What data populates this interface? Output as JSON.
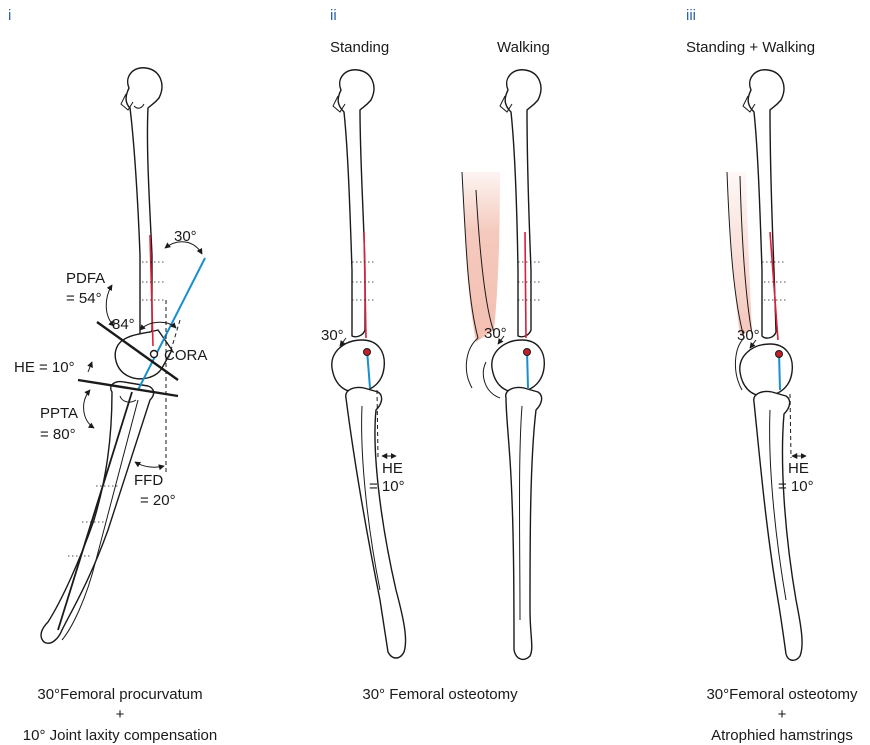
{
  "panels": [
    {
      "number": "i",
      "caption": [
        "30°Femoral  procurvatum",
        "+",
        "10° Joint laxity compensation"
      ],
      "labels": {
        "angle_top": "30°",
        "pdfa": "PDFA",
        "pdfa_value": "= 54°",
        "angle_84": "84°",
        "cora": "CORA",
        "he": "HE = 10°",
        "ppta": "PPTA",
        "ppta_value": "= 80°",
        "ffd": "FFD",
        "ffd_value": "= 20°"
      }
    },
    {
      "number": "ii",
      "subtitles": [
        "Standing",
        "Walking"
      ],
      "caption": [
        "30° Femoral osteotomy"
      ],
      "labels": {
        "angle_standing": "30°",
        "angle_walking": "30°",
        "he": "HE",
        "he_value": "= 10°"
      }
    },
    {
      "number": "iii",
      "subtitles": [
        "Standing + Walking"
      ],
      "caption": [
        "30°Femoral osteotomy",
        "+",
        "Atrophied hamstrings"
      ],
      "labels": {
        "angle": "30°",
        "he": "HE",
        "he_value": "= 10°"
      }
    }
  ],
  "colors": {
    "axis_femur": "#d8203a",
    "axis_tibia": "#1a8fd0",
    "muscle": "#f2b8a8",
    "panel_number": "#2b63a8"
  }
}
